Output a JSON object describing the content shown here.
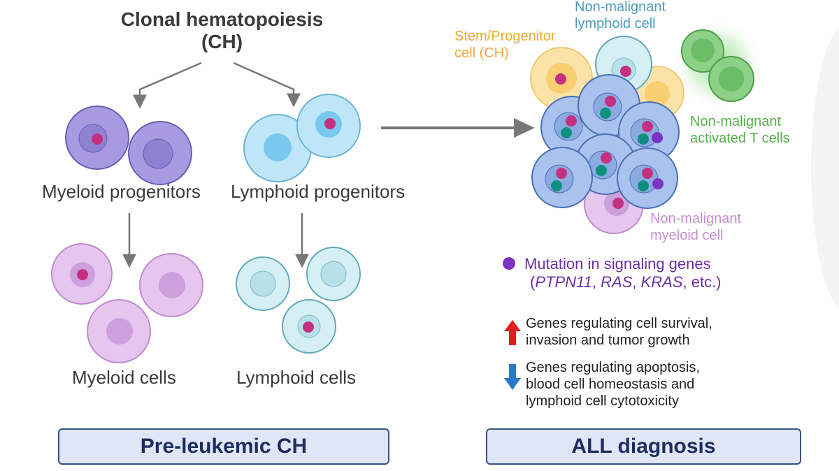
{
  "title": {
    "line1": "Clonal hematopoiesis",
    "line2": "(CH)"
  },
  "left": {
    "myeloid_progenitors": "Myeloid progenitors",
    "lymphoid_progenitors": "Lymphoid progenitors",
    "myeloid_cells": "Myeloid cells",
    "lymphoid_cells": "Lymphoid cells",
    "box_label": "Pre-leukemic CH"
  },
  "right": {
    "box_label": "ALL diagnosis",
    "stem_progenitor": [
      "Stem/Progenitor",
      "cell (CH)"
    ],
    "nonmalignant_lymphoid": [
      "Non-malignant",
      "lymphoid cell"
    ],
    "activated_t_cells": [
      "Non-malignant",
      "activated T cells"
    ],
    "nonmalignant_myeloid": [
      "Non-malignant",
      "myeloid cell"
    ]
  },
  "legend": {
    "mutation_line1": "Mutation in signaling genes",
    "mutation_genes": [
      "PTPN11",
      "RAS",
      "KRAS"
    ],
    "mutation_suffix": "etc.)",
    "up": [
      "Genes regulating cell survival,",
      "invasion and tumor growth"
    ],
    "down": [
      "Genes regulating apoptosis,",
      "blood cell homeostasis and",
      "lymphoid cell cytotoxicity"
    ]
  },
  "colors": {
    "myeloid_prog": "#a89ae0",
    "myeloid_cell": "#e6c6ee",
    "lymphoid_prog": "#bfe6f8",
    "lymphoid_cell": "#d6eff4",
    "leukemic_blast": "#a9c3ee",
    "stem_progenitor": "#fbe3a8",
    "t_cell": "#7fc67a",
    "mutation_dot": "#7b33c2",
    "nucleus_marker": "#c4307f",
    "teal_marker": "#0f8f80",
    "up_arrow": "#e51c1c",
    "down_arrow": "#2a78c8",
    "stem_label": "#f0a830",
    "lymphoid_label": "#4a9cc0",
    "tcell_label": "#55b048",
    "myeloid_label": "#c88fd0"
  },
  "icons": [
    "flow-arrow",
    "magenta-dot",
    "teal-dot",
    "purple-dot",
    "up-arrow-icon",
    "down-arrow-icon"
  ]
}
